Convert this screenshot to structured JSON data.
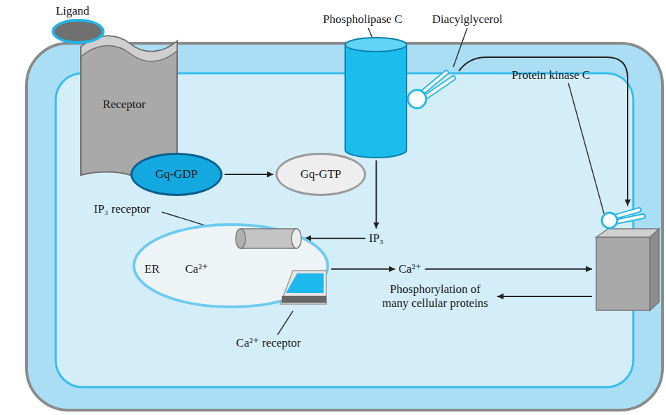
{
  "diagram": {
    "nodes": [
      {
        "text": [
          "Ligand"
        ]
      },
      {
        "text": [
          "Receptor"
        ]
      },
      {
        "text": [
          "Gq-GDP"
        ]
      },
      {
        "text": [
          "Gq-GTP"
        ]
      },
      {
        "text": [
          "Phospholipase C"
        ]
      },
      {
        "text": [
          "Diacylglycerol"
        ]
      },
      {
        "text": [
          "Protein kinase C"
        ]
      },
      {
        "text": [
          "IP₃ receptor"
        ]
      },
      {
        "text": [
          "ER",
          "Ca²⁺"
        ]
      },
      {
        "text": [
          "Ca²⁺ receptor"
        ]
      },
      {
        "text": [
          "IP₃"
        ]
      },
      {
        "text": [
          "Ca²⁺"
        ]
      },
      {
        "text": [
          "Phosphorylation of many cellular proteins"
        ]
      }
    ],
    "edges": [
      {
        "from": 2,
        "to": 3,
        "arrow": "to"
      },
      {
        "from": 4,
        "to": 10,
        "arrow": "to"
      },
      {
        "from": 10,
        "to": 7,
        "arrow": "to"
      },
      {
        "from": 8,
        "to": 11,
        "arrow": "to"
      },
      {
        "from": 11,
        "to": 6,
        "arrow": "to"
      },
      {
        "from": 5,
        "to": 6,
        "arrow": "to"
      },
      {
        "from": 6,
        "to": 12,
        "arrow": "to"
      }
    ]
  }
}
